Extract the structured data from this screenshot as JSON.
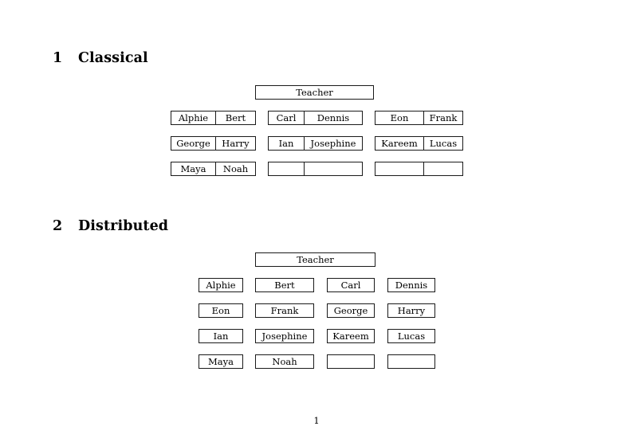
{
  "document": {
    "page_number": "1"
  },
  "sections": [
    {
      "number": "1",
      "title": "Classical",
      "root": {
        "label": "Teacher"
      },
      "groups": [
        {
          "rows": [
            {
              "cells": [
                "Alphie",
                "Bert"
              ]
            },
            {
              "cells": [
                "George",
                "Harry"
              ]
            },
            {
              "cells": [
                "Maya",
                "Noah"
              ]
            }
          ]
        },
        {
          "rows": [
            {
              "cells": [
                "Carl",
                "Dennis"
              ]
            },
            {
              "cells": [
                "Ian",
                "Josephine"
              ]
            },
            {
              "cells": [
                "",
                ""
              ]
            }
          ]
        },
        {
          "rows": [
            {
              "cells": [
                "Eon",
                "Frank"
              ]
            },
            {
              "cells": [
                "Kareem",
                "Lucas"
              ]
            },
            {
              "cells": [
                "",
                ""
              ]
            }
          ]
        }
      ]
    },
    {
      "number": "2",
      "title": "Distributed",
      "root": {
        "label": "Teacher"
      },
      "grid": {
        "rows": [
          [
            "Alphie",
            "Bert",
            "Carl",
            "Dennis"
          ],
          [
            "Eon",
            "Frank",
            "George",
            "Harry"
          ],
          [
            "Ian",
            "Josephine",
            "Kareem",
            "Lucas"
          ],
          [
            "Maya",
            "Noah",
            "",
            ""
          ]
        ]
      }
    }
  ]
}
